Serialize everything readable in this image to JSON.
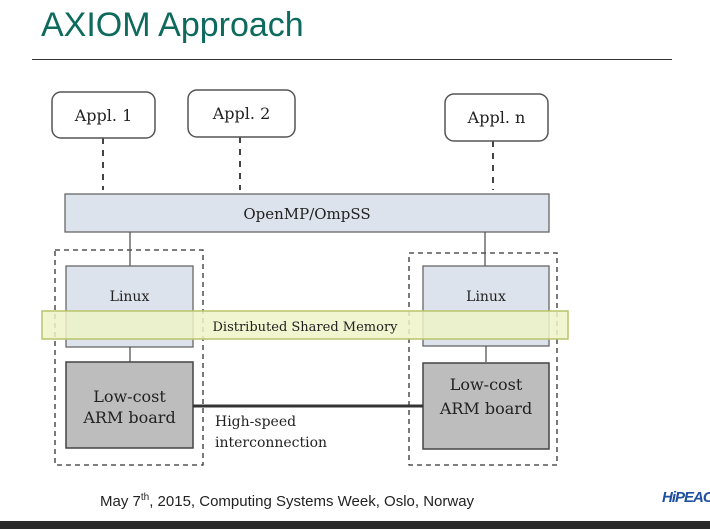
{
  "title": "AXIOM Approach",
  "apps": [
    "Appl. 1",
    "Appl. 2",
    "Appl. n"
  ],
  "openmp": "OpenMP/OmpSS",
  "dsm": "Distributed Shared Memory",
  "nodes": [
    {
      "os": "Linux",
      "board_line1": "Low-cost",
      "board_line2": "ARM board"
    },
    {
      "os": "Linux",
      "board_line1": "Low-cost",
      "board_line2": "ARM board"
    }
  ],
  "interconnect_line1": "High-speed",
  "interconnect_line2": "interconnection",
  "footer": {
    "date_prefix": "May 7",
    "date_suffix": "th",
    "rest": ", 2015, Computing Systems Week, Oslo, Norway"
  },
  "logo": {
    "text": "HiPEAC"
  },
  "colors": {
    "title": "#0f6a5e",
    "openmp_fill": "#dde3ec",
    "linux_fill": "#dde3ec",
    "board_fill": "#bdbdbd",
    "dsm_fill": "#eef3c8",
    "dsm_stroke": "#b9c46a"
  }
}
